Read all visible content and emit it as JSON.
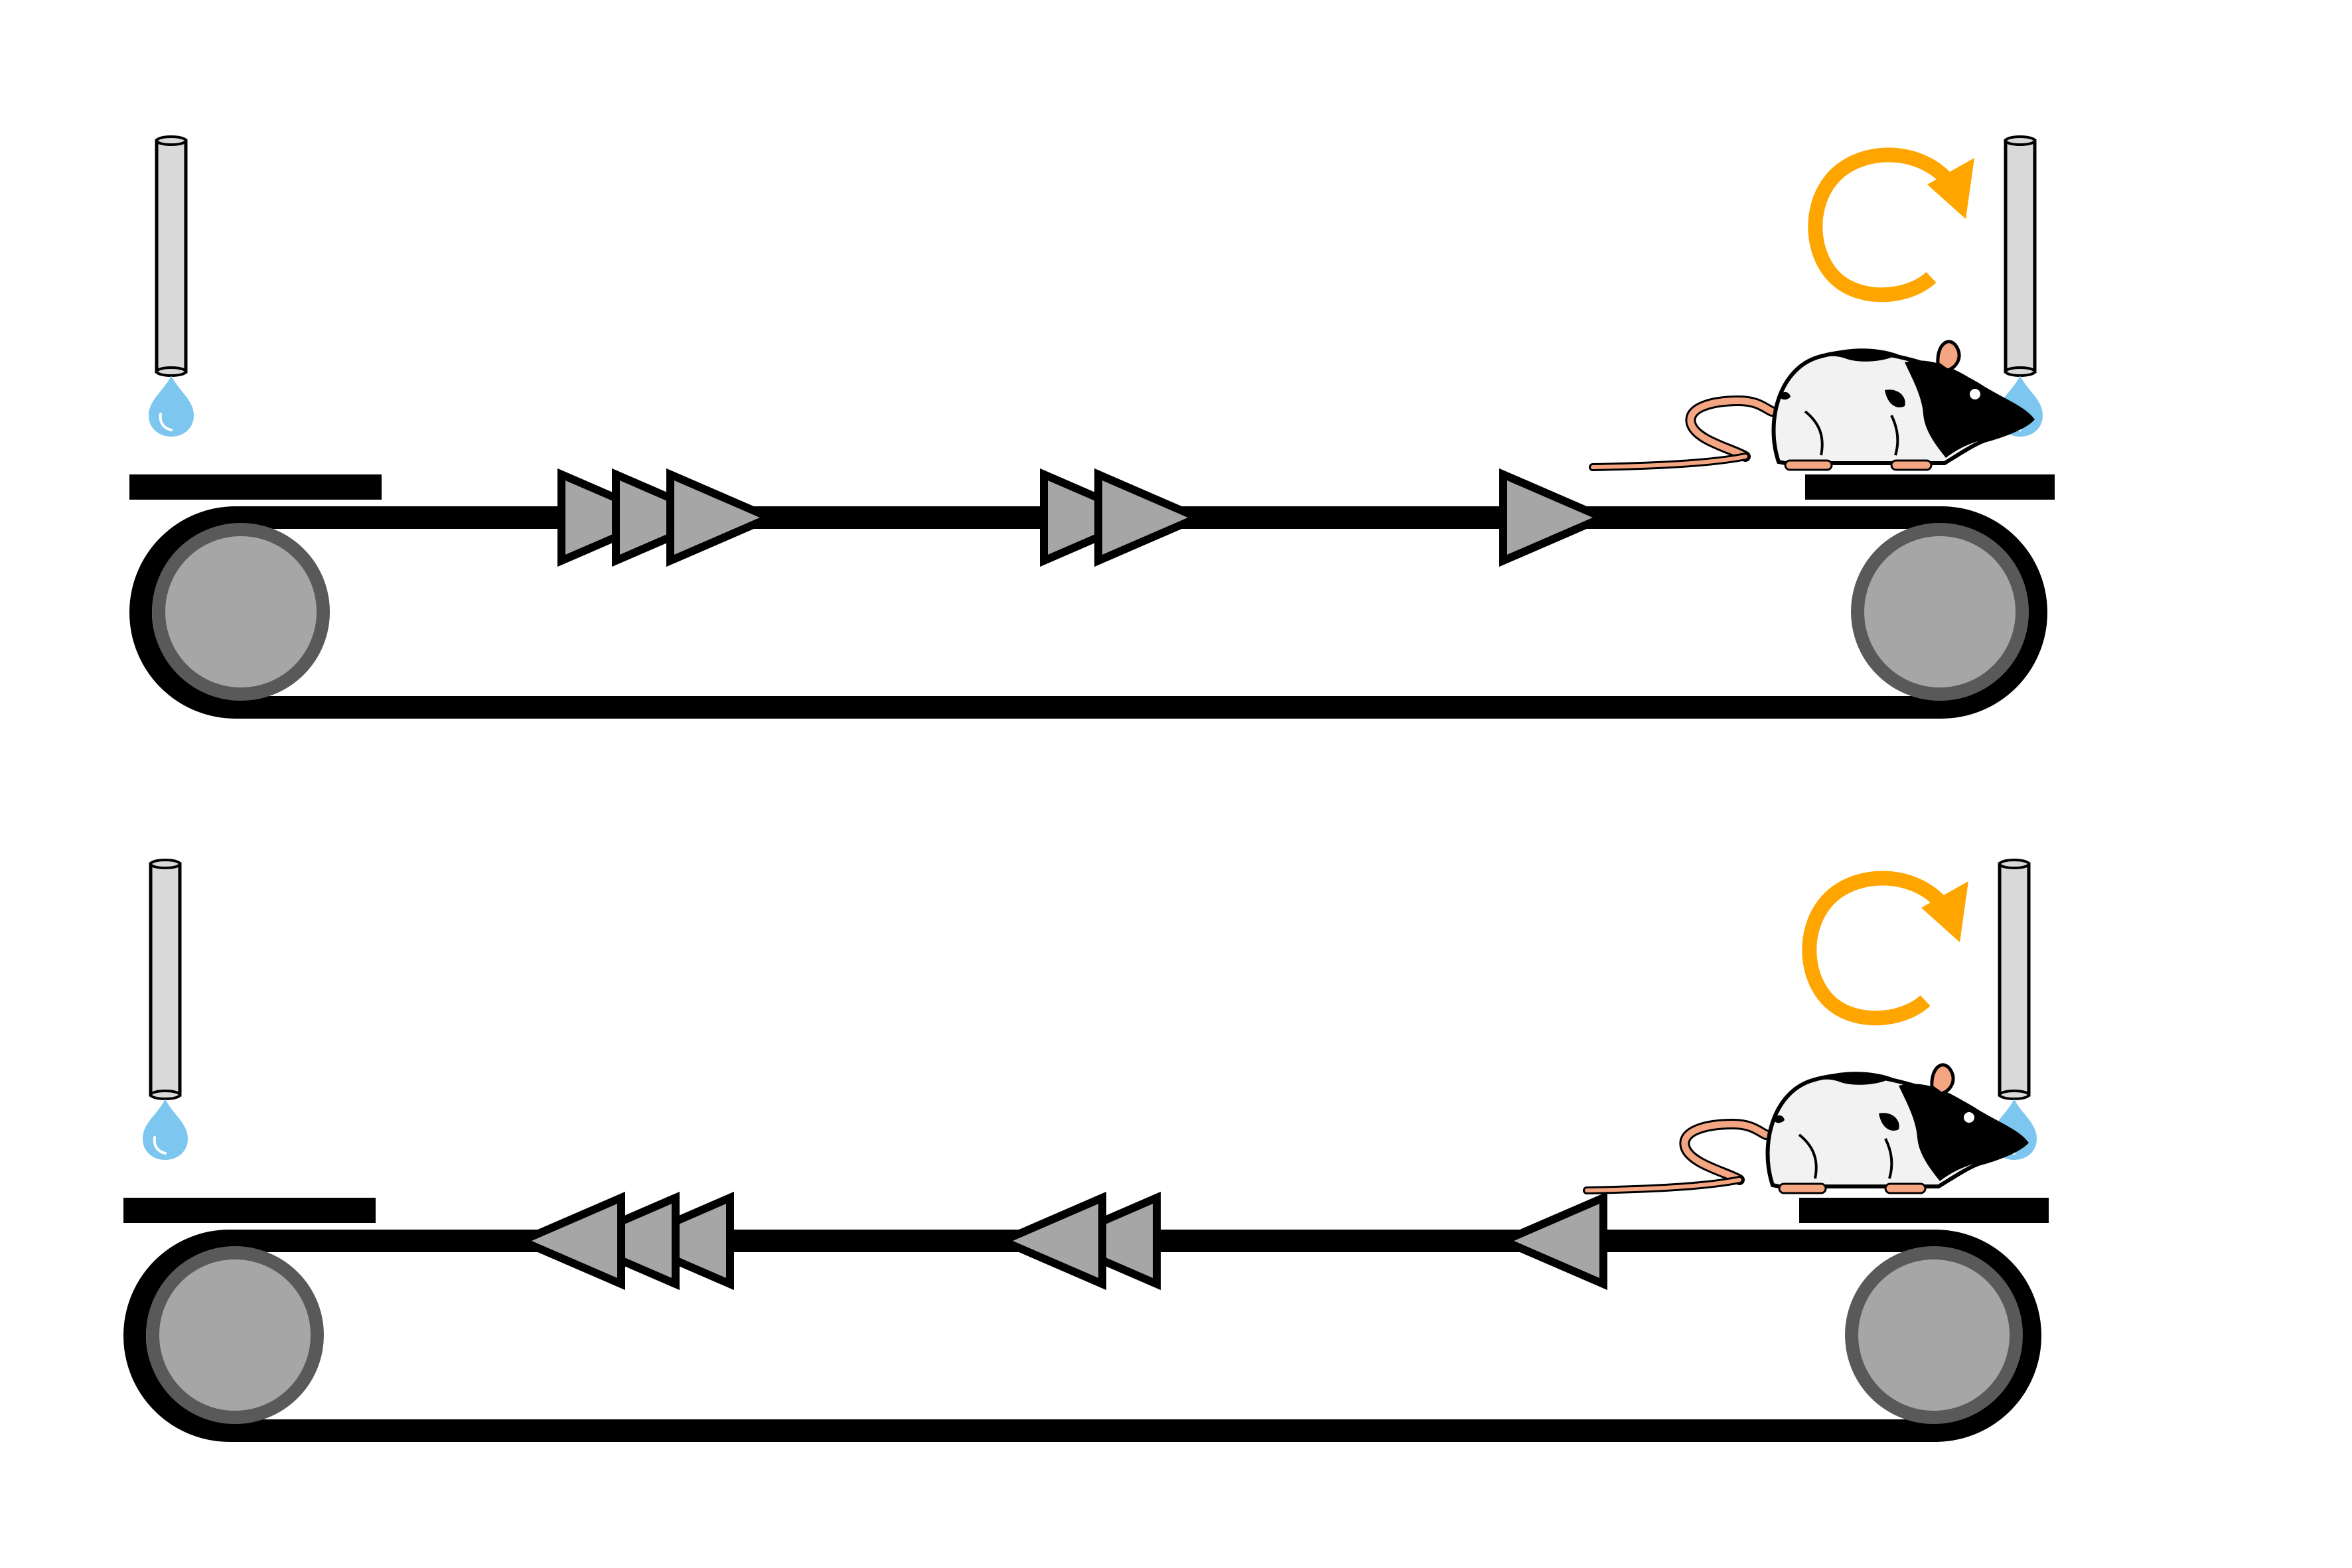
{
  "diagram": {
    "panels": [
      {
        "id": "top",
        "belt_direction": "right",
        "animal": "rat",
        "animal_position": "right-platform",
        "indicator_icon": "clockwise-turn-arrow-icon",
        "chevron_groups": [
          3,
          2,
          1
        ]
      },
      {
        "id": "bottom",
        "belt_direction": "left",
        "animal": "rat",
        "animal_position": "right-platform",
        "indicator_icon": "clockwise-turn-arrow-icon",
        "chevron_groups": [
          3,
          2,
          1
        ]
      }
    ],
    "reward_ports": [
      "left",
      "right"
    ]
  },
  "colors": {
    "belt": "#000000",
    "roller_fill": "#a6a6a6",
    "roller_rim": "#595959",
    "chevron_fill": "#a6a6a6",
    "tube_fill": "#d9d9d9",
    "water_drop": "#7cc6f0",
    "turn_arrow": "#ffa500",
    "rat_body": "#f2f2f2",
    "rat_patch": "#000000",
    "rat_skin": "#f4a582"
  }
}
